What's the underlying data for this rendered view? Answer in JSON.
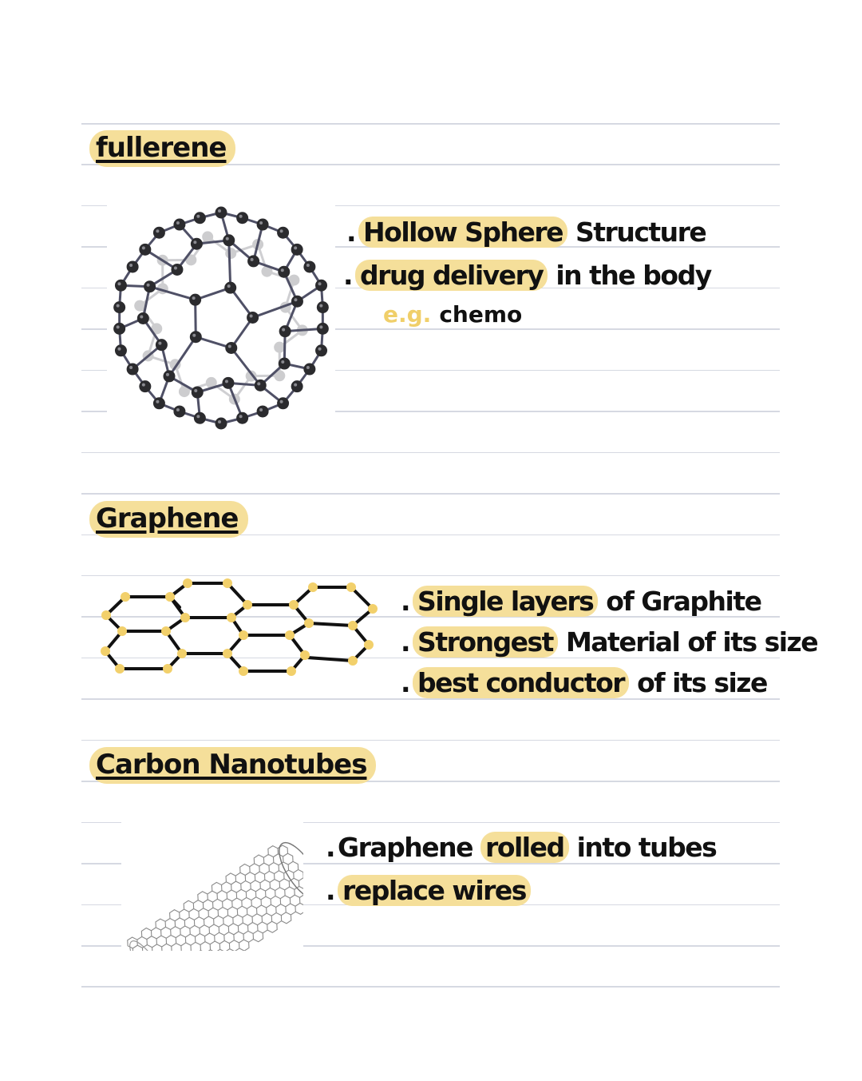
{
  "document": {
    "type": "handwritten-notes",
    "highlight_color": "#f5df9a",
    "accent_color": "#f0cf6a",
    "rule_color": "#d6d9e2",
    "ink_color": "#111111"
  },
  "sections": [
    {
      "heading": "fullerene",
      "figure": "fullerene-c60-molecule",
      "notes": [
        {
          "bullet": ".",
          "highlight": "Hollow Sphere",
          "rest": " Structure"
        },
        {
          "bullet": ".",
          "highlight": "drug delivery",
          "rest": " in the body"
        },
        {
          "prefix": "e.g.",
          "rest": "chemo"
        }
      ]
    },
    {
      "heading": "Graphene",
      "figure": "graphene-hexagonal-lattice",
      "notes": [
        {
          "bullet": ".",
          "highlight": "Single layers",
          "rest": " of Graphite"
        },
        {
          "bullet": ".",
          "highlight": "Strongest",
          "rest": " Material of its size"
        },
        {
          "bullet": ".",
          "highlight": "best conductor",
          "rest": " of its size"
        }
      ]
    },
    {
      "heading": "Carbon Nanotubes",
      "figure": "carbon-nanotube-cylinder",
      "notes": [
        {
          "bullet": ".",
          "pre": "Graphene ",
          "highlight": "rolled",
          "rest": " into tubes"
        },
        {
          "bullet": ".",
          "highlight": "replace wires",
          "rest": ""
        }
      ]
    }
  ]
}
